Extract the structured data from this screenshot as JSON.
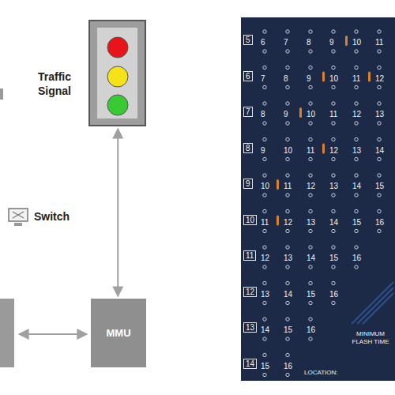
{
  "diagram": {
    "nodes": [
      {
        "text": [
          "Traffic Signal"
        ]
      },
      {
        "text": [
          "Switch"
        ]
      },
      {
        "text": [
          "MMU"
        ]
      }
    ],
    "edges": [
      {
        "from": 0,
        "to": 2,
        "arrow": "both"
      }
    ],
    "labels": [
      "5",
      "6",
      "7",
      "8",
      "9",
      "10",
      "11",
      "6",
      "7",
      "8",
      "9",
      "10",
      "11",
      "12",
      "7",
      "8",
      "9",
      "10",
      "11",
      "12",
      "13",
      "8",
      "9",
      "10",
      "11",
      "12",
      "13",
      "14",
      "9",
      "10",
      "11",
      "12",
      "13",
      "14",
      "15",
      "10",
      "11",
      "12",
      "13",
      "14",
      "15",
      "16",
      "11",
      "12",
      "13",
      "14",
      "15",
      "16",
      "12",
      "13",
      "14",
      "15",
      "16",
      "13",
      "14",
      "15",
      "16",
      "14",
      "15",
      "16",
      "MINIMUM FLASH TIME",
      "LOCATION:"
    ]
  }
}
